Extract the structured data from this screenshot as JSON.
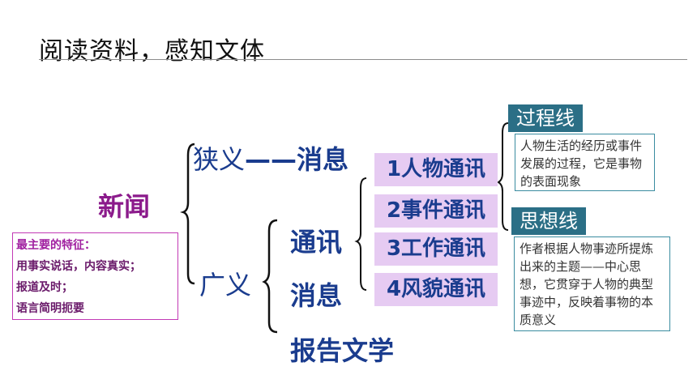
{
  "title": "阅读资料，感知文体",
  "root": "新闻",
  "features": {
    "title": "最主要的特征：",
    "lines": [
      "用事实说话，内容真实；",
      "报道及时；",
      "语言简明扼要"
    ]
  },
  "narrow": {
    "label": "狭义",
    "dash": "——",
    "value": "消息"
  },
  "broad": {
    "label": "广义",
    "items": [
      "通讯",
      "消息",
      "报告文学"
    ]
  },
  "tongxun_types": [
    "1人物通讯",
    "2事件通讯",
    "3工作通讯",
    "4风貌通讯"
  ],
  "process_line": {
    "tag": "过程线",
    "text": "人物生活的经历或事件发展的过程，它是事物的表面现象"
  },
  "thought_line": {
    "tag": "思想线",
    "text": "作者根据人物事迹所提炼出来的主题——中心思想，它贯穿于人物的典型事迹中，反映着事物的本质意义"
  },
  "colors": {
    "accent_purple": "#8b1a8b",
    "text_blue": "#1a3c8e",
    "box_lavender": "#e6cbf2",
    "tag_teal": "#2b6f86"
  }
}
